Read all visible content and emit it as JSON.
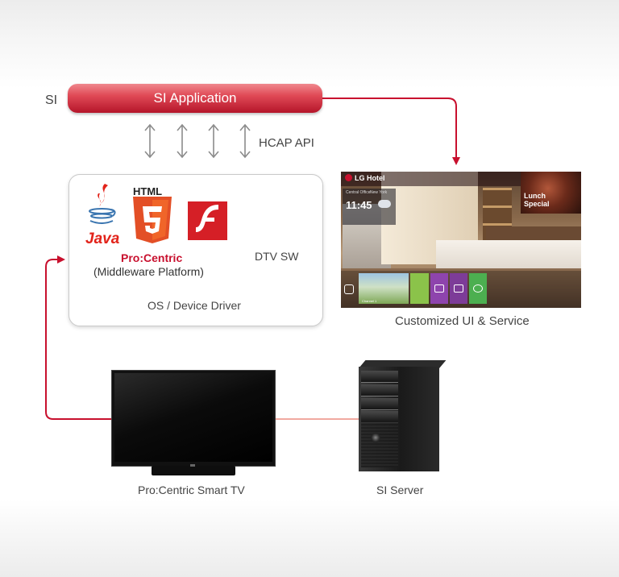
{
  "labels": {
    "si": "SI",
    "si_application": "SI Application",
    "hcap_api": "HCAP API",
    "html": "HTML",
    "java": "Java",
    "procentric": "Pro:Centric",
    "middleware": "(Middleware Platform)",
    "dtv_sw": "DTV SW",
    "os_driver": "OS / Device Driver",
    "customized_ui": "Customized UI & Service",
    "smart_tv": "Pro:Centric Smart TV",
    "si_server": "SI Server"
  },
  "hotel_screen": {
    "brand": "LG Hotel",
    "city_left": "Central Office",
    "city_right": "New York",
    "time": "11:45",
    "promo_lines": [
      "Lunch",
      "Special"
    ],
    "tray_caption": "Channel 1"
  },
  "colors": {
    "accent": "#c8102e",
    "arrow_gray": "#8c8c8c",
    "link_line": "#f1a9a0"
  },
  "icons": [
    "java-logo-icon",
    "html5-logo-icon",
    "flash-logo-icon",
    "double-arrow-icon"
  ]
}
